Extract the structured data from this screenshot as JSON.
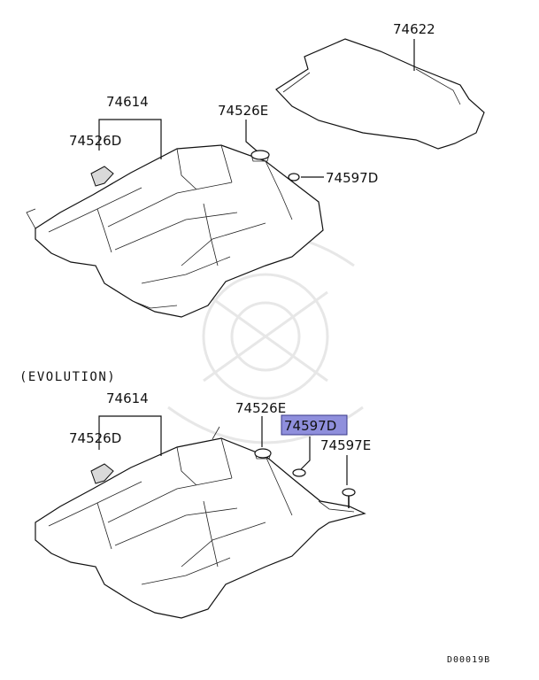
{
  "labels": {
    "p74622": "74622",
    "p74614_top": "74614",
    "p74526E_top": "74526E",
    "p74526D_top": "74526D",
    "p74597D_top": "74597D",
    "evolution": "(EVOLUTION)",
    "p74614_bot": "74614",
    "p74526E_bot": "74526E",
    "p74526D_bot": "74526D",
    "p74597D_bot": "74597D",
    "p74597E_bot": "74597E",
    "diagram_code": "D00019B"
  },
  "highlight_color": "#8f8fdc"
}
